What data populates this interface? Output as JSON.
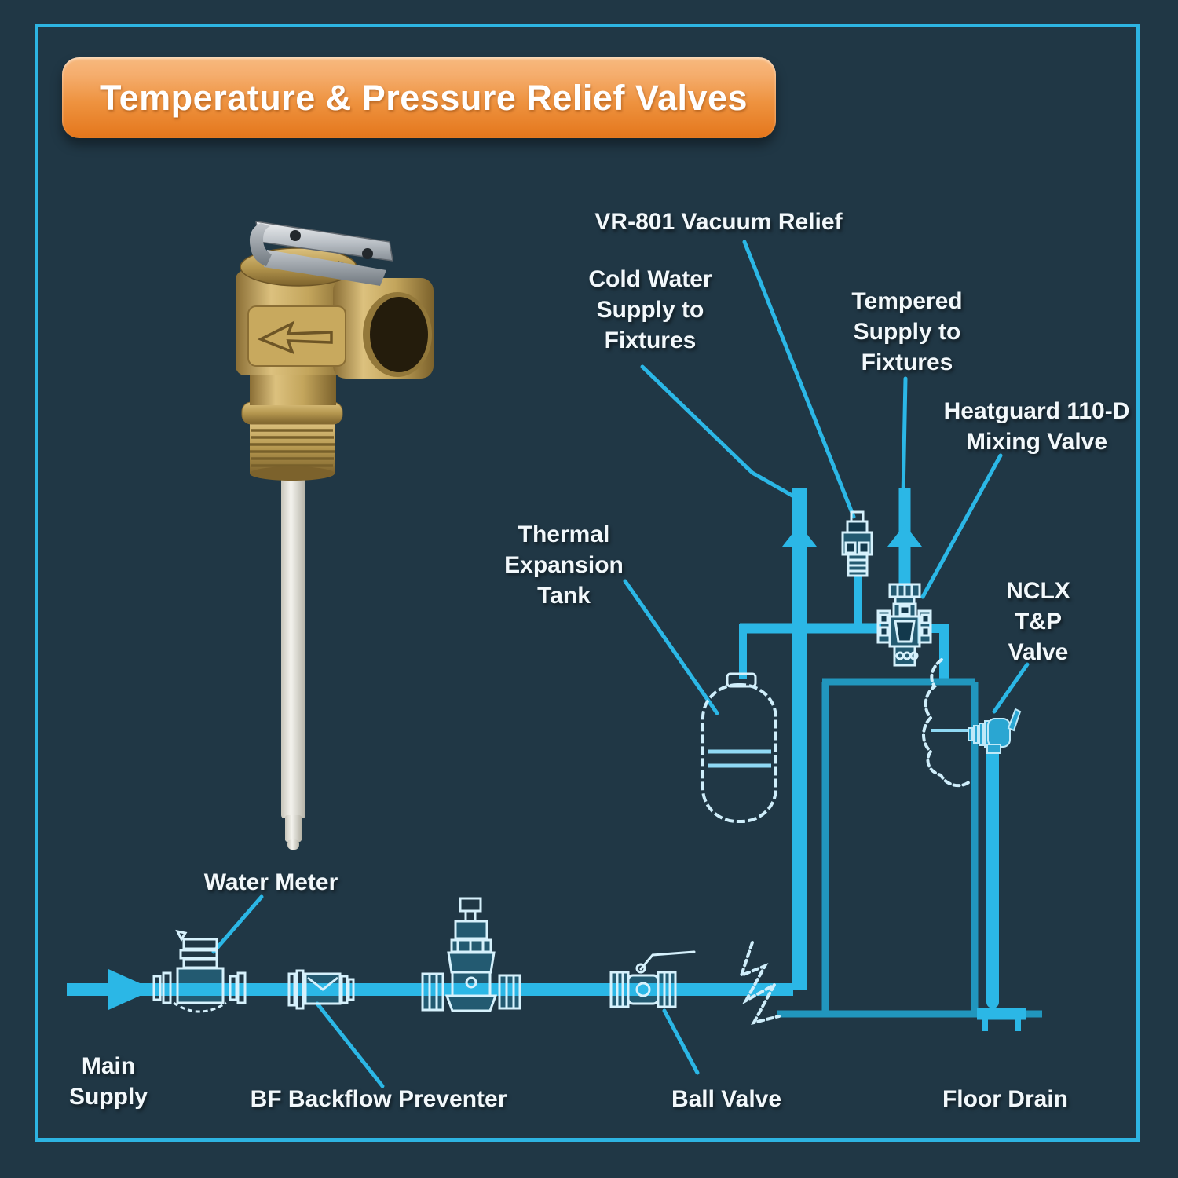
{
  "banner": {
    "title": "Temperature & Pressure Relief Valves"
  },
  "diagram": {
    "labels": {
      "vacuum_relief": [
        "VR-801 Vacuum Relief"
      ],
      "cold_water": [
        "Cold Water",
        "Supply to",
        "Fixtures"
      ],
      "tempered": [
        "Tempered",
        "Supply to",
        "Fixtures"
      ],
      "heatguard": [
        "Heatguard 110-D",
        "Mixing Valve"
      ],
      "thermal_tank": [
        "Thermal",
        "Expansion",
        "Tank"
      ],
      "nclx_tp": [
        "NCLX",
        "T&P",
        "Valve"
      ],
      "water_meter": [
        "Water Meter"
      ],
      "main_supply": [
        "Main",
        "Supply"
      ],
      "backflow": [
        "BF Backflow Preventer"
      ],
      "ball_valve": [
        "Ball Valve"
      ],
      "floor_drain": [
        "Floor Drain"
      ]
    }
  },
  "colors": {
    "bg": "#203745",
    "frame": "#2db4e2",
    "pipe": "#2bb7e6",
    "pipe-muted": "#2196bd",
    "outline": "#d6f1fc",
    "label": "#f2f8fb",
    "banner-top": "#f5ad6d",
    "banner-bottom": "#e4761b"
  }
}
